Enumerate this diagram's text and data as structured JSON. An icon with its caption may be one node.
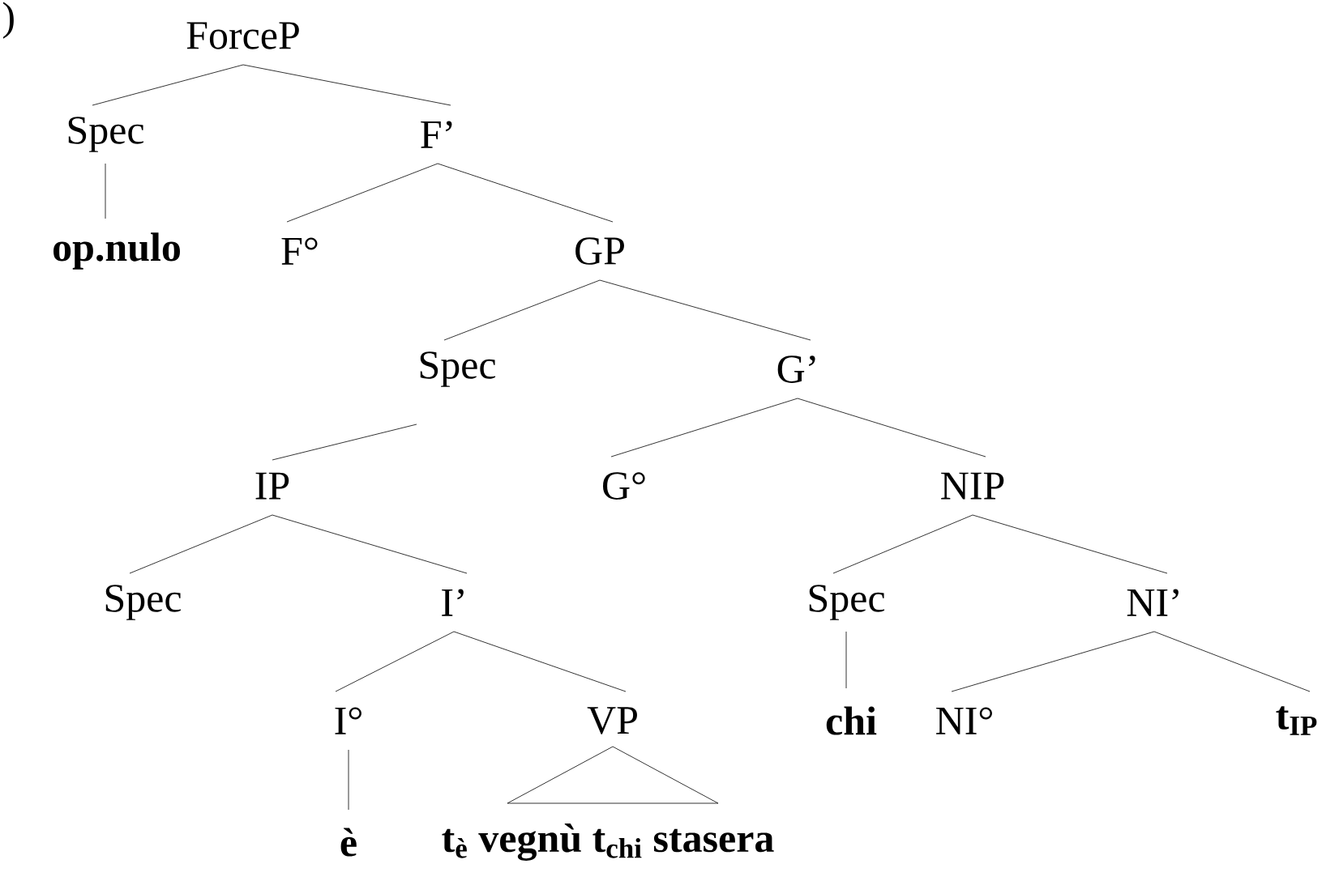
{
  "diagram": {
    "nodes": [
      {
        "text": [
          "ForceP"
        ]
      },
      {
        "text": [
          "Spec"
        ]
      },
      {
        "text": [
          "F’"
        ]
      },
      {
        "text": [
          "op.nulo"
        ]
      },
      {
        "text": [
          "F°"
        ]
      },
      {
        "text": [
          "GP"
        ]
      },
      {
        "text": [
          "Spec"
        ]
      },
      {
        "text": [
          "G’"
        ]
      },
      {
        "text": [
          "IP"
        ]
      },
      {
        "text": [
          "G°"
        ]
      },
      {
        "text": [
          "NIP"
        ]
      },
      {
        "text": [
          "Spec"
        ]
      },
      {
        "text": [
          "I’"
        ]
      },
      {
        "text": [
          "Spec"
        ]
      },
      {
        "text": [
          "NI’"
        ]
      },
      {
        "text": [
          "I°"
        ]
      },
      {
        "text": [
          "VP"
        ]
      },
      {
        "text": [
          "chi"
        ]
      },
      {
        "text": [
          "NI°"
        ]
      },
      {
        "text": [
          "t$_{IP}$"
        ]
      },
      {
        "text": [
          "è"
        ]
      },
      {
        "text": [
          "t$_{è}$ vegnù t$_{chi}$ stasera"
        ]
      }
    ],
    "edges": [
      {
        "from": 0,
        "to": 1,
        "arrow": "none"
      },
      {
        "from": 0,
        "to": 2,
        "arrow": "none"
      },
      {
        "from": 1,
        "to": 3,
        "arrow": "none"
      },
      {
        "from": 2,
        "to": 4,
        "arrow": "none"
      },
      {
        "from": 2,
        "to": 5,
        "arrow": "none"
      },
      {
        "from": 5,
        "to": 6,
        "arrow": "none"
      },
      {
        "from": 5,
        "to": 7,
        "arrow": "none"
      },
      {
        "from": 6,
        "to": 8,
        "arrow": "none"
      },
      {
        "from": 7,
        "to": 9,
        "arrow": "none"
      },
      {
        "from": 7,
        "to": 10,
        "arrow": "none"
      },
      {
        "from": 8,
        "to": 11,
        "arrow": "none"
      },
      {
        "from": 8,
        "to": 12,
        "arrow": "none"
      },
      {
        "from": 10,
        "to": 13,
        "arrow": "none"
      },
      {
        "from": 10,
        "to": 14,
        "arrow": "none"
      },
      {
        "from": 12,
        "to": 15,
        "arrow": "none"
      },
      {
        "from": 12,
        "to": 16,
        "arrow": "none"
      },
      {
        "from": 13,
        "to": 17,
        "arrow": "none"
      },
      {
        "from": 14,
        "to": 18,
        "arrow": "none"
      },
      {
        "from": 14,
        "to": 19,
        "arrow": "none"
      },
      {
        "from": 15,
        "to": 20,
        "arrow": "none"
      },
      {
        "from": 16,
        "to": 21,
        "arrow": "none"
      }
    ],
    "labels": [
      ")"
    ]
  }
}
